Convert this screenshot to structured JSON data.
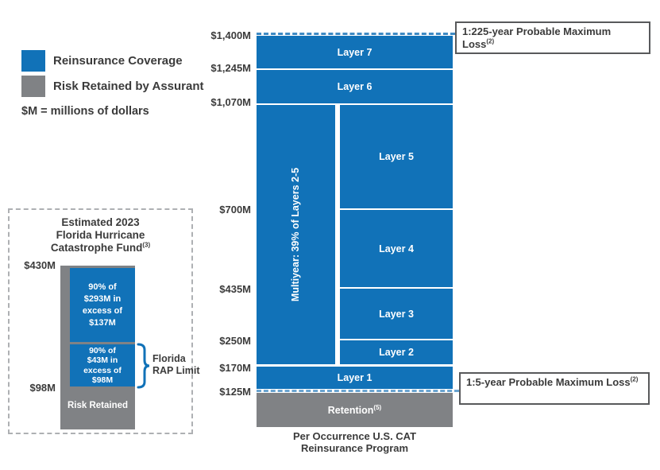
{
  "colors": {
    "reinsurance_blue": "#1172B8",
    "retained_gray": "#808285",
    "text_dark": "#3b3b3b",
    "callout_border": "#58595B"
  },
  "legend": {
    "items": [
      {
        "label": "Reinsurance Coverage",
        "color": "#1172B8"
      },
      {
        "label": "Risk Retained by Assurant",
        "color": "#808285"
      }
    ],
    "note": "$M = millions of dollars"
  },
  "inset": {
    "title_line1": "Estimated 2023",
    "title_line2": "Florida Hurricane",
    "title_line3": "Catastrophe Fund",
    "title_sup": "(3)",
    "top_label": "$430M",
    "bottom_label": "$98M",
    "box1": {
      "l1": "90% of",
      "l2": "$293M in",
      "l3": "excess of",
      "l4": "$137M"
    },
    "box2": {
      "l1": "90% of",
      "l2": "$43M in",
      "l3": "excess of",
      "l4": "$98M"
    },
    "risk_retained_label": "Risk Retained",
    "bracket_label_line1": "Florida",
    "bracket_label_line2": "RAP Limit"
  },
  "tower": {
    "axis_labels": [
      "$1,400M",
      "$1,245M",
      "$1,070M",
      "$700M",
      "$435M",
      "$250M",
      "$170M",
      "$125M"
    ],
    "layers": {
      "layer7": "Layer 7",
      "layer6": "Layer 6",
      "layer5": "Layer 5",
      "layer4": "Layer 4",
      "layer3": "Layer 3",
      "layer2": "Layer 2",
      "layer1": "Layer 1",
      "multiyear": "Multiyear: 39% of Layers 2-5",
      "retention": "Retention",
      "retention_sup": "(5)"
    },
    "caption_line1": "Per Occurrence U.S. CAT",
    "caption_line2": "Reinsurance Program"
  },
  "callouts": {
    "top": {
      "text": "1:225-year Probable Maximum Loss",
      "sup": "(2)"
    },
    "bottom": {
      "text": "1:5-year Probable Maximum Loss",
      "sup": "(2)"
    }
  },
  "chart_data": {
    "type": "bar",
    "subtype": "reinsurance-tower",
    "title": "Per Occurrence U.S. CAT Reinsurance Program",
    "unit": "millions of dollars",
    "ylim": [
      0,
      1400
    ],
    "tick_values": [
      1400,
      1245,
      1070,
      700,
      435,
      250,
      170,
      125
    ],
    "tick_labels": [
      "$1,400M",
      "$1,245M",
      "$1,070M",
      "$700M",
      "$435M",
      "$250M",
      "$170M",
      "$125M"
    ],
    "legend_entries": [
      "Reinsurance Coverage",
      "Risk Retained by Assurant"
    ],
    "segments": [
      {
        "name": "Layer 7",
        "attach": 1245,
        "exhaust": 1400,
        "category": "Reinsurance Coverage"
      },
      {
        "name": "Layer 6",
        "attach": 1070,
        "exhaust": 1245,
        "category": "Reinsurance Coverage"
      },
      {
        "name": "Layer 5",
        "attach": 700,
        "exhaust": 1070,
        "category": "Reinsurance Coverage"
      },
      {
        "name": "Layer 4",
        "attach": 435,
        "exhaust": 700,
        "category": "Reinsurance Coverage"
      },
      {
        "name": "Layer 3",
        "attach": 250,
        "exhaust": 435,
        "category": "Reinsurance Coverage"
      },
      {
        "name": "Layer 2",
        "attach": 170,
        "exhaust": 250,
        "category": "Reinsurance Coverage"
      },
      {
        "name": "Multiyear: 39% of Layers 2-5",
        "attach": 170,
        "exhaust": 1070,
        "category": "Reinsurance Coverage"
      },
      {
        "name": "Layer 1",
        "attach": 125,
        "exhaust": 170,
        "category": "Reinsurance Coverage"
      },
      {
        "name": "Retention(5)",
        "attach": 0,
        "exhaust": 125,
        "category": "Risk Retained by Assurant"
      }
    ],
    "annotations": [
      {
        "text": "1:225-year Probable Maximum Loss(2)",
        "value": 1400,
        "style": "dashed-line-to-box"
      },
      {
        "text": "1:5-year Probable Maximum Loss(2)",
        "value": 125,
        "style": "dashed-line-to-box"
      }
    ],
    "inset_chart": {
      "title": "Estimated 2023 Florida Hurricane Catastrophe Fund(3)",
      "top_value": 430,
      "bottom_value": 98,
      "segments": [
        {
          "name": "90% of $293M in excess of $137M",
          "category": "Reinsurance Coverage"
        },
        {
          "name": "90% of $43M in excess of $98M",
          "category": "Reinsurance Coverage",
          "note": "Florida RAP Limit"
        },
        {
          "name": "Risk Retained",
          "category": "Risk Retained by Assurant"
        }
      ]
    }
  }
}
